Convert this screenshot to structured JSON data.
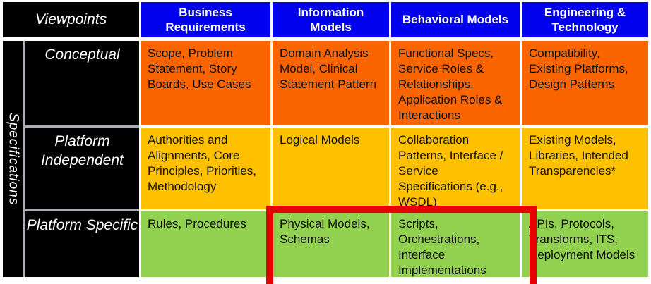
{
  "colors": {
    "header_blue": "#0202F0",
    "label_black": "#000000",
    "row_conceptual_orange": "#FB6500",
    "row_platform_independent_amber": "#FFC000",
    "row_platform_specific_green": "#92D050",
    "highlight_red": "#E60000"
  },
  "matrix": {
    "corner_label": "Viewpoints",
    "side_label": "Specifications",
    "column_headers": [
      "Business Requirements",
      "Information Models",
      "Behavioral Models",
      "Engineering & Technology"
    ],
    "rows": [
      {
        "label": "Conceptual",
        "cells": [
          "Scope, Problem Statement, Story Boards, Use Cases",
          "Domain Analysis Model, Clinical Statement Pattern",
          "Functional Specs, Service Roles & Relationships, Application Roles & Interactions",
          "Compatibility, Existing Platforms, Design Patterns"
        ]
      },
      {
        "label": "Platform Independent",
        "cells": [
          "Authorities and Alignments, Core Principles, Priorities, Methodology",
          "Logical Models",
          "Collaboration Patterns, Interface / Service Specifications (e.g., WSDL)",
          "Existing Models, Libraries, Intended Transparencies*"
        ]
      },
      {
        "label": "Platform Specific",
        "cells": [
          "Rules, Procedures",
          "Physical Models, Schemas",
          "Scripts, Orchestrations, Interface Implementations",
          "APIs, Protocols, Transforms, ITS, Deployment Models"
        ]
      }
    ],
    "highlight": {
      "row": "Platform Specific",
      "columns": [
        "Information Models",
        "Behavioral Models"
      ]
    }
  }
}
